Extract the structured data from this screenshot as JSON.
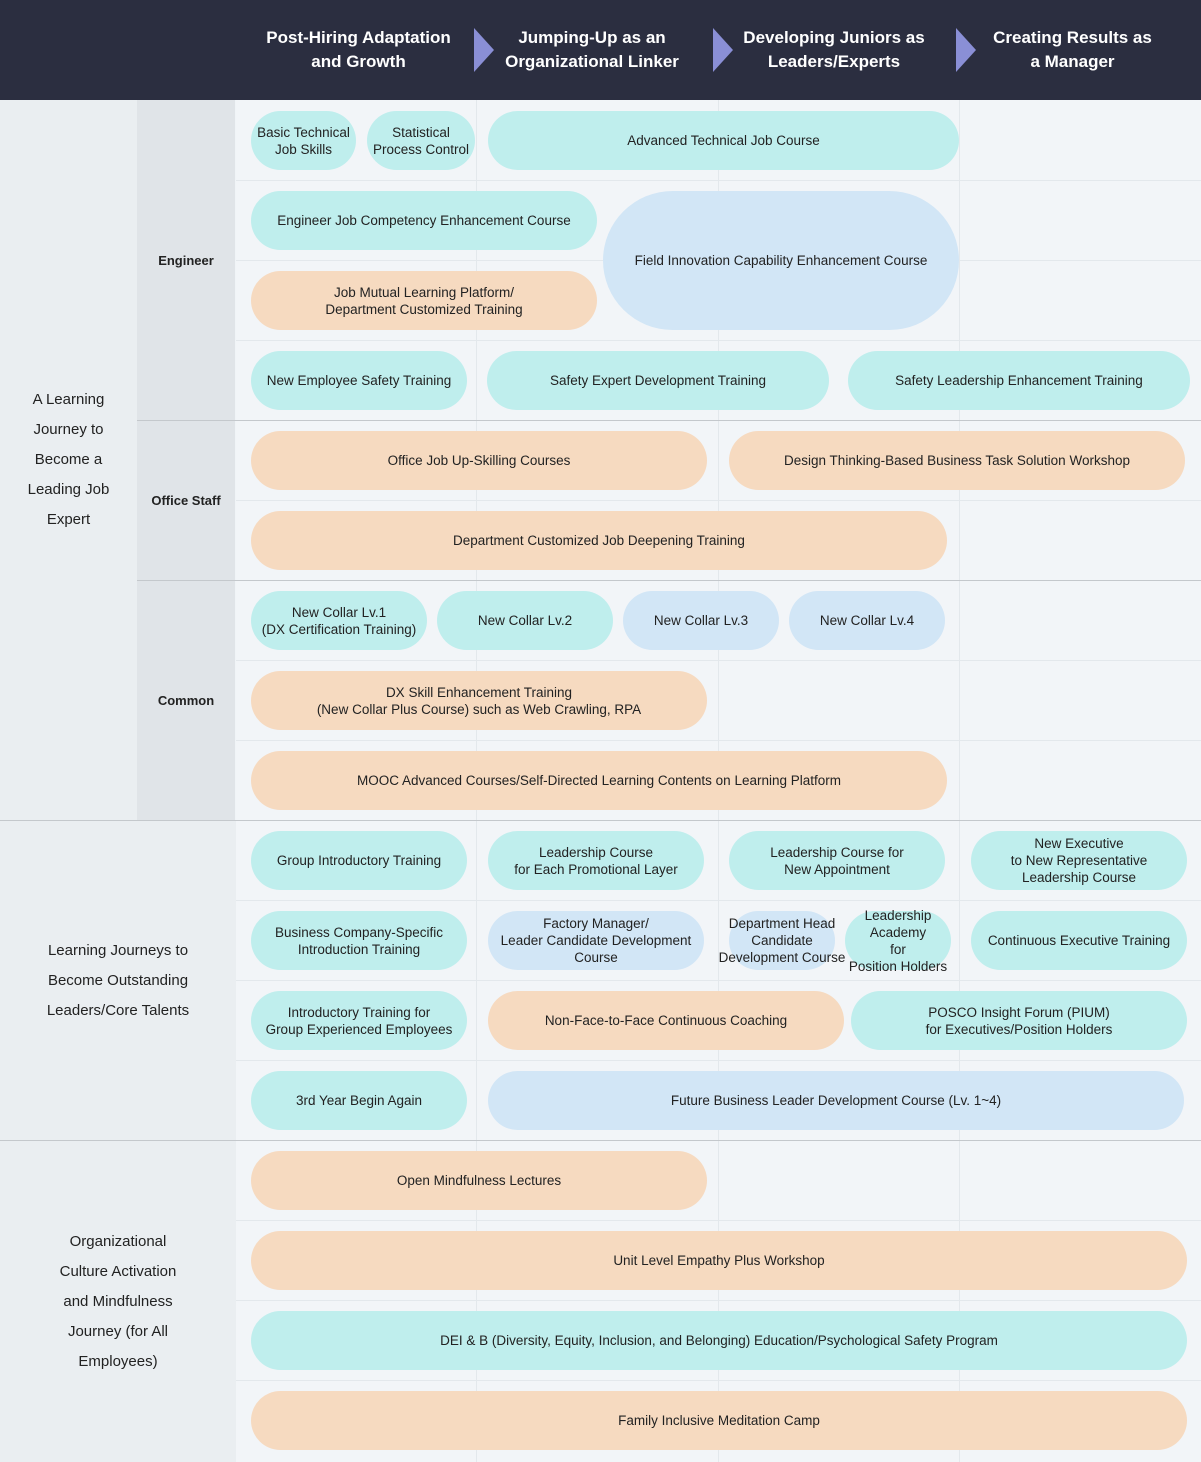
{
  "header": {
    "stages": [
      "Post-Hiring Adaptation\nand Growth",
      "Jumping-Up as an\nOrganizational Linker",
      "Developing Juniors as\nLeaders/Experts",
      "Creating Results as\na Manager"
    ]
  },
  "groups": {
    "g1": "A Learning\nJourney to\nBecome a\nLeading Job\nExpert",
    "g2": "Learning Journeys to\nBecome Outstanding\nLeaders/Core Talents",
    "g3": "Organizational\nCulture Activation\nand Mindfulness\nJourney (for All\nEmployees)"
  },
  "subgroups": {
    "engineer": "Engineer",
    "office": "Office Staff",
    "common": "Common"
  },
  "colors": {
    "header_bg": "#2b2e40",
    "teal": "#bfeeed",
    "peach": "#f6dac0",
    "blue": "#d2e6f6",
    "chevron": "#8a8fd6"
  },
  "courses": {
    "c01": "Basic Technical\nJob Skills",
    "c02": "Statistical\nProcess Control",
    "c03": "Advanced Technical Job Course",
    "c04": "Engineer Job Competency Enhancement Course",
    "c05": "Field Innovation Capability Enhancement Course",
    "c06": "Job Mutual Learning Platform/\nDepartment Customized Training",
    "c07": "New Employee Safety Training",
    "c08": "Safety Expert Development Training",
    "c09": "Safety Leadership Enhancement Training",
    "c10": "Office Job Up-Skilling Courses",
    "c11": "Design Thinking-Based Business Task Solution Workshop",
    "c12": "Department Customized Job Deepening Training",
    "c13": "New Collar Lv.1\n(DX Certification Training)",
    "c14": "New Collar Lv.2",
    "c15": "New Collar Lv.3",
    "c16": "New Collar Lv.4",
    "c17": "DX Skill Enhancement Training\n(New Collar Plus Course) such as Web Crawling, RPA",
    "c18": "MOOC Advanced Courses/Self-Directed Learning Contents on Learning Platform",
    "c19": "Group Introductory Training",
    "c20": "Leadership Course\nfor Each Promotional Layer",
    "c21": "Leadership Course for\nNew Appointment",
    "c22": "New Executive\nto New Representative\nLeadership Course",
    "c23": "Business Company-Specific\nIntroduction Training",
    "c24": "Factory Manager/\nLeader Candidate Development\nCourse",
    "c25": "Department Head\nCandidate\nDevelopment Course",
    "c26": "Leadership\nAcademy\nfor\nPosition Holders",
    "c27": "Continuous Executive Training",
    "c28": "Introductory Training for\nGroup Experienced Employees",
    "c29": "Non-Face-to-Face Continuous Coaching",
    "c30": "POSCO Insight Forum (PIUM)\nfor Executives/Position Holders",
    "c31": "3rd Year Begin Again",
    "c32": "Future Business Leader Development Course (Lv. 1~4)",
    "c33": "Open Mindfulness Lectures",
    "c34": "Unit Level Empathy Plus Workshop",
    "c35": "DEI & B (Diversity, Equity, Inclusion, and Belonging) Education/Psychological Safety Program",
    "c36": "Family Inclusive Meditation Camp"
  }
}
